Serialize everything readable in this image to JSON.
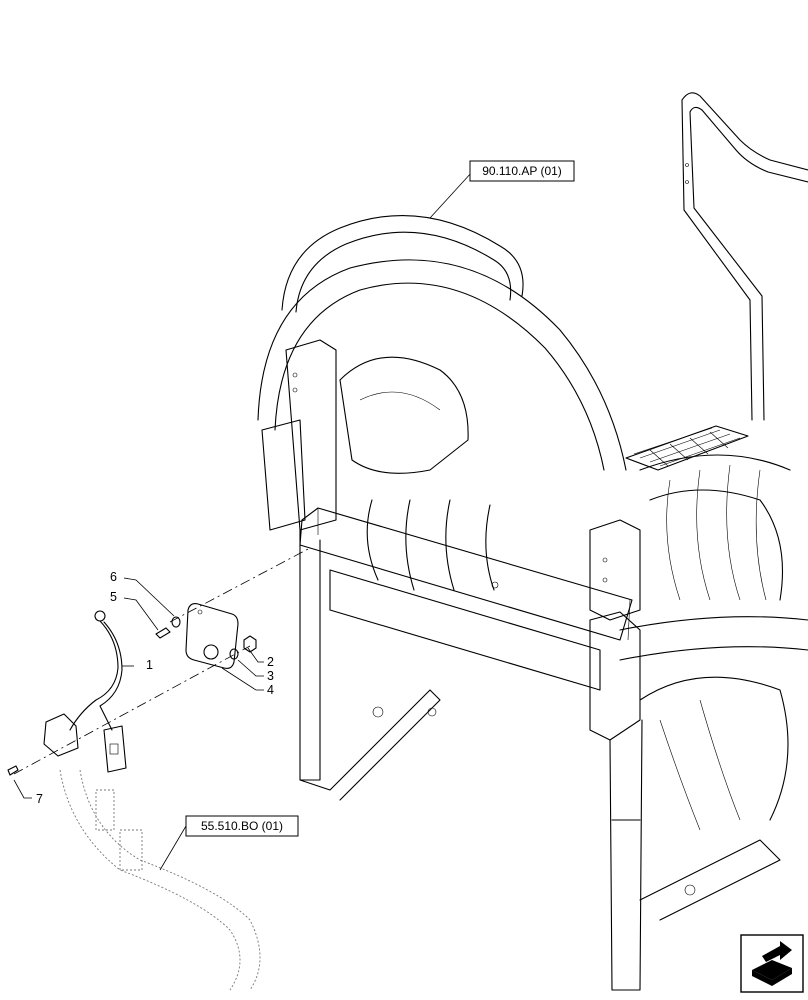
{
  "references": {
    "top": "90.110.AP (01)",
    "bottom": "55.510.BO (01)"
  },
  "callouts": [
    "1",
    "2",
    "3",
    "4",
    "5",
    "6",
    "7"
  ]
}
